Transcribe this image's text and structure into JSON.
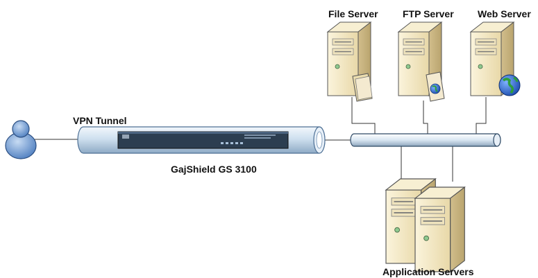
{
  "labels": {
    "file_server": "File Server",
    "ftp_server": "FTP Server",
    "web_server": "Web Server",
    "vpn_tunnel": "VPN Tunnel",
    "device": "GajShield GS 3100",
    "application_servers": "Application Servers"
  },
  "colors": {
    "server_body": "#f3e7c4",
    "server_dark": "#cdb98a",
    "tunnel": "#cfe0ef",
    "bus": "#d9e6f2",
    "device": "#2c3e50",
    "user": "#6f9ad1",
    "globe": "#2a5fc7",
    "globe_land": "#2e9e3c"
  },
  "icons": [
    "user-icon",
    "file-server-icon",
    "ftp-server-icon",
    "web-server-icon",
    "folder-icon",
    "globe-icon",
    "application-server-icon",
    "firewall-appliance-icon"
  ]
}
